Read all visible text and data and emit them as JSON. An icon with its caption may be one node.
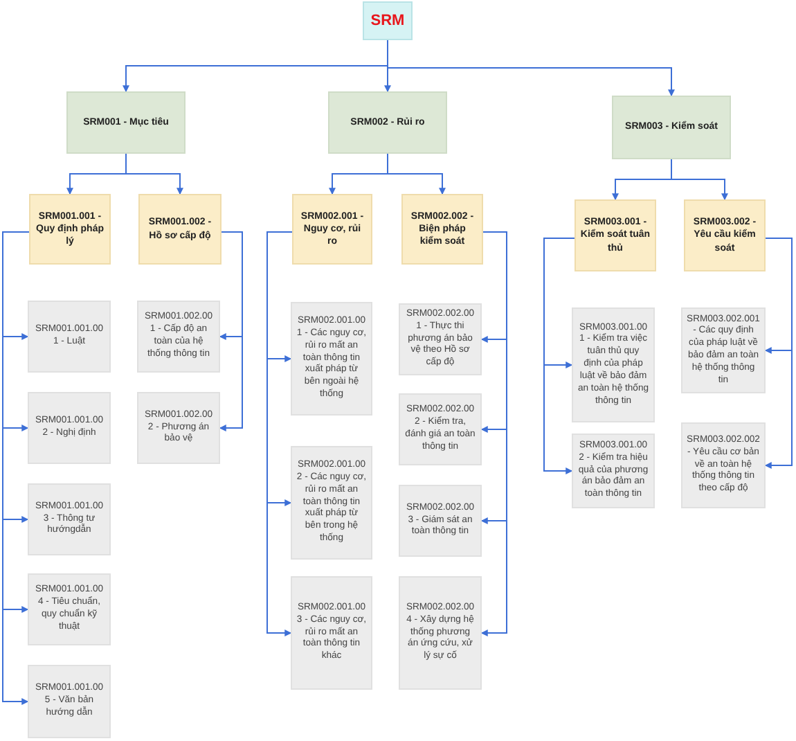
{
  "diagram": {
    "nodes": [
      {
        "text": [
          "SRM"
        ]
      },
      {
        "text": [
          "SRM001 - Mục tiêu"
        ]
      },
      {
        "text": [
          "SRM002 - Rủi ro"
        ]
      },
      {
        "text": [
          "SRM003 - Kiểm soát"
        ]
      },
      {
        "text": [
          "SRM001.001 - Quy định pháp lý"
        ]
      },
      {
        "text": [
          "SRM001.002 - Hồ sơ cấp độ"
        ]
      },
      {
        "text": [
          "SRM002.001 - Nguy cơ, rủi ro"
        ]
      },
      {
        "text": [
          "SRM002.002 - Biện pháp kiểm soát"
        ]
      },
      {
        "text": [
          "SRM003.001 - Kiểm soát tuân thủ"
        ]
      },
      {
        "text": [
          "SRM003.002 - Yêu cầu kiểm soát"
        ]
      },
      {
        "text": [
          "SRM001.001.001 - Luật"
        ]
      },
      {
        "text": [
          "SRM001.001.002 - Nghị định"
        ]
      },
      {
        "text": [
          "SRM001.001.003 - Thông tư hướngdẫn"
        ]
      },
      {
        "text": [
          "SRM001.001.004 - Tiêu chuẩn, quy chuẩn kỹ thuật"
        ]
      },
      {
        "text": [
          "SRM001.001.005 - Văn bản hướng dẫn"
        ]
      },
      {
        "text": [
          "SRM001.002.001 - Cấp độ an toàn của hệ thống thông tin"
        ]
      },
      {
        "text": [
          "SRM001.002.002 - Phương án bảo vệ"
        ]
      },
      {
        "text": [
          "SRM002.001.001 - Các nguy cơ, rủi ro mất an toàn thông tin xuất pháp từ bên ngoài hệ thống"
        ]
      },
      {
        "text": [
          "SRM002.001.002 - Các nguy cơ, rủi ro mất an toàn thông tin xuất pháp từ bên trong hệ thống"
        ]
      },
      {
        "text": [
          "SRM002.001.003 - Các nguy cơ, rủi ro mất an toàn thông tin khác"
        ]
      },
      {
        "text": [
          "SRM002.002.001 - Thực thi phương án bảo vệ theo Hồ sơ cấp độ"
        ]
      },
      {
        "text": [
          "SRM002.002.002 - Kiểm tra, đánh giá an toàn thông tin"
        ]
      },
      {
        "text": [
          "SRM002.002.003 - Giám sát an toàn thông tin"
        ]
      },
      {
        "text": [
          "SRM002.002.004 - Xây dựng hệ thống phương án ứng cứu, xử lý sự cố"
        ]
      },
      {
        "text": [
          "SRM003.001.001 - Kiểm tra việc tuân thủ quy định của pháp luật về bảo đảm an toàn hệ thống thông tin"
        ]
      },
      {
        "text": [
          "SRM003.001.002 - Kiểm tra hiệu quả của phương án bảo đảm an toàn thông tin"
        ]
      },
      {
        "text": [
          "SRM003.002.001 - Các quy định của pháp luật về bảo đảm an toàn hệ thống thông tin"
        ]
      },
      {
        "text": [
          "SRM003.002.002 - Yêu cầu cơ bản về an toàn hệ thống thông tin theo cấp độ"
        ]
      }
    ],
    "edges": [
      {
        "from": 0,
        "to": 1,
        "arrow": "to"
      },
      {
        "from": 0,
        "to": 2,
        "arrow": "to"
      },
      {
        "from": 0,
        "to": 3,
        "arrow": "to"
      },
      {
        "from": 1,
        "to": 4,
        "arrow": "to"
      },
      {
        "from": 1,
        "to": 5,
        "arrow": "to"
      },
      {
        "from": 2,
        "to": 6,
        "arrow": "to"
      },
      {
        "from": 2,
        "to": 7,
        "arrow": "to"
      },
      {
        "from": 3,
        "to": 8,
        "arrow": "to"
      },
      {
        "from": 3,
        "to": 9,
        "arrow": "to"
      },
      {
        "from": 4,
        "to": 10,
        "arrow": "to"
      },
      {
        "from": 4,
        "to": 11,
        "arrow": "to"
      },
      {
        "from": 4,
        "to": 12,
        "arrow": "to"
      },
      {
        "from": 4,
        "to": 13,
        "arrow": "to"
      },
      {
        "from": 4,
        "to": 14,
        "arrow": "to"
      },
      {
        "from": 5,
        "to": 15,
        "arrow": "to"
      },
      {
        "from": 5,
        "to": 16,
        "arrow": "to"
      },
      {
        "from": 6,
        "to": 17,
        "arrow": "to"
      },
      {
        "from": 6,
        "to": 18,
        "arrow": "to"
      },
      {
        "from": 6,
        "to": 19,
        "arrow": "to"
      },
      {
        "from": 7,
        "to": 20,
        "arrow": "to"
      },
      {
        "from": 7,
        "to": 21,
        "arrow": "to"
      },
      {
        "from": 7,
        "to": 22,
        "arrow": "to"
      },
      {
        "from": 7,
        "to": 23,
        "arrow": "to"
      },
      {
        "from": 8,
        "to": 24,
        "arrow": "to"
      },
      {
        "from": 8,
        "to": 25,
        "arrow": "to"
      },
      {
        "from": 9,
        "to": 26,
        "arrow": "to"
      },
      {
        "from": 9,
        "to": 27,
        "arrow": "to"
      }
    ]
  }
}
